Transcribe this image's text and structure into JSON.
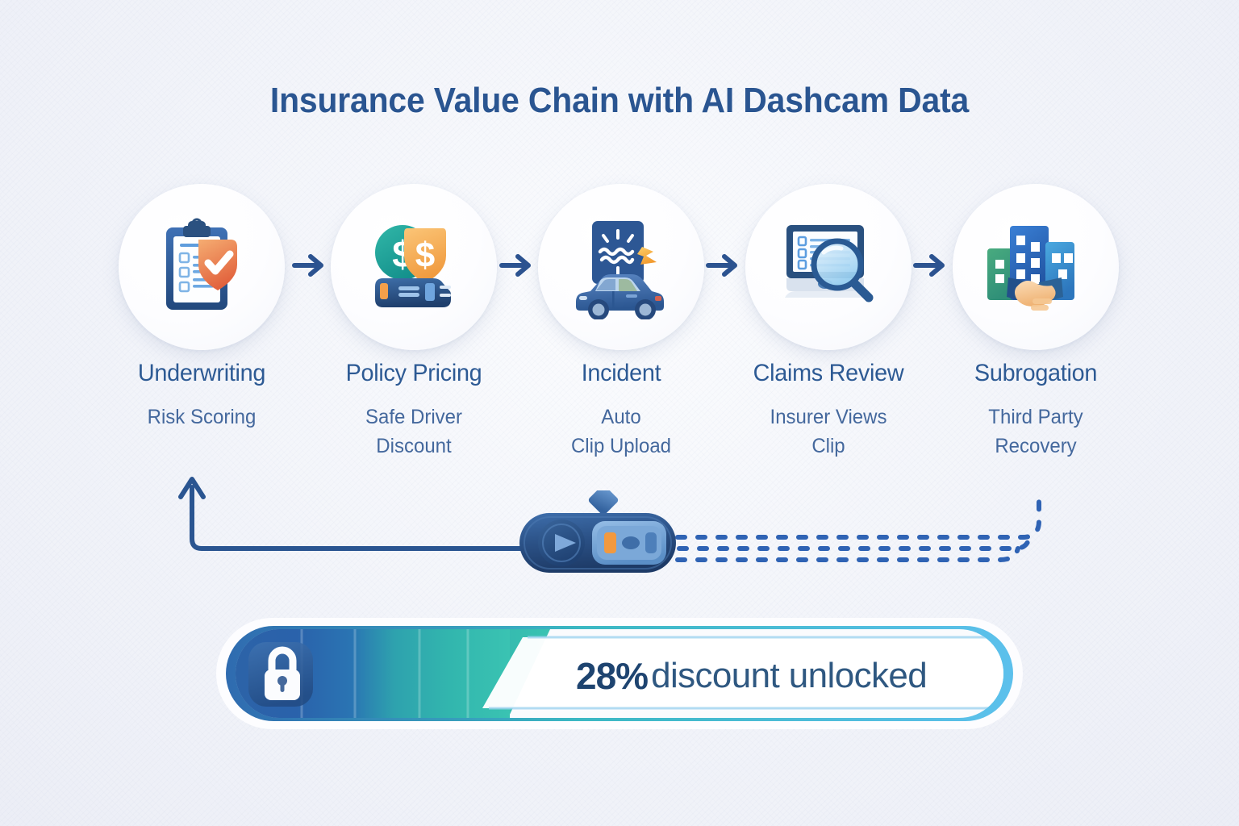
{
  "title": "Insurance Value Chain with AI Dashcam Data",
  "background_color": "#f4f5fa",
  "accent_color": "#2d5a94",
  "stages": [
    {
      "id": "underwriting",
      "label": "Underwriting",
      "sublabel": "Risk Scoring",
      "icon": "clipboard-checklist-shield-icon"
    },
    {
      "id": "policy-pricing",
      "label": "Policy Pricing",
      "sublabel": "Safe Driver\nDiscount",
      "sublabel_line1": "Safe Driver",
      "sublabel_line2": "Discount",
      "icon": "money-shield-dashcam-icon"
    },
    {
      "id": "incident",
      "label": "Incident",
      "sublabel": "Auto\nClip Upload",
      "sublabel_line1": "Auto",
      "sublabel_line2": "Clip Upload",
      "icon": "car-collision-icon"
    },
    {
      "id": "claims-review",
      "label": "Claims Review",
      "sublabel": "Insurer Views\nClip",
      "sublabel_line1": "Insurer Views",
      "sublabel_line2": "Clip",
      "icon": "monitor-magnifier-icon"
    },
    {
      "id": "subrogation",
      "label": "Subrogation",
      "sublabel": "Third Party\nRecovery",
      "sublabel_line1": "Third Party",
      "sublabel_line2": "Recovery",
      "icon": "buildings-handshake-icon"
    }
  ],
  "connectors": {
    "arrow_icon": "arrow-right-icon",
    "count": 4
  },
  "dashcam": {
    "icon": "dashcam-device-icon",
    "lens_icon": "camera-lens-play-icon",
    "screen_icon": "dashcam-screen-icon",
    "beacon_icon": "diamond-beacon-icon",
    "feedback_line": "solid-feedback-loop-to-underwriting",
    "upload_line": "dashed-upload-beams-to-subrogation"
  },
  "progress": {
    "lock_icon": "lock-icon",
    "percent_value": "28%",
    "caption": "discount unlocked",
    "fill_percent": 40,
    "segments": 5,
    "gradient_start": "#2f6bb0",
    "gradient_end": "#3ac0b2",
    "track_border": "#59b6e2"
  }
}
